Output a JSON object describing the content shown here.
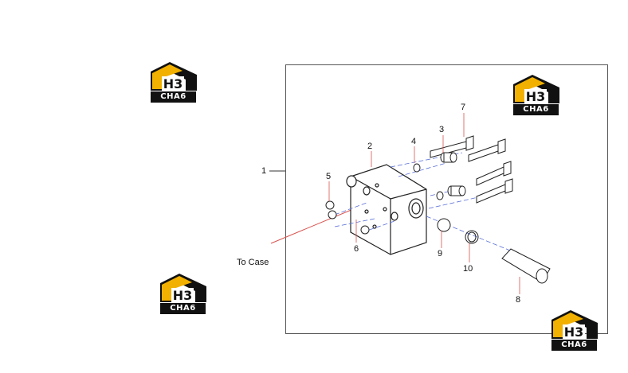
{
  "logo": {
    "mark": "H3",
    "label": "CHA6"
  },
  "callouts": [
    "1",
    "2",
    "3",
    "4",
    "5",
    "6",
    "7",
    "8",
    "9",
    "10"
  ],
  "to_case": "To Case",
  "colors": {
    "logo_yellow": "#f2b000",
    "logo_black": "#111111",
    "leader_red": "#d9534f",
    "dash_blue": "#5a6fd6"
  }
}
